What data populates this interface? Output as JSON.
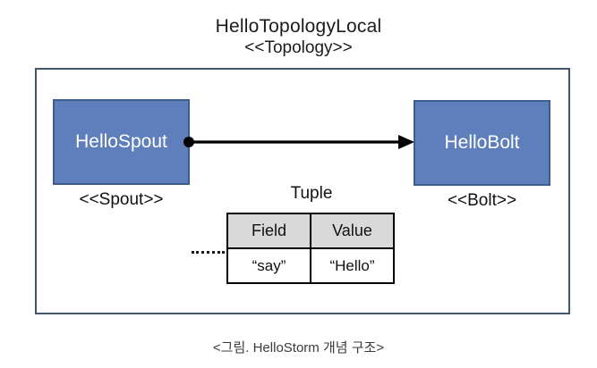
{
  "diagram": {
    "title": "HelloTopologyLocal",
    "title_stereotype": "<<Topology>>",
    "nodes": {
      "spout": {
        "label": "HelloSpout",
        "stereotype": "<<Spout>>"
      },
      "bolt": {
        "label": "HelloBolt",
        "stereotype": "<<Bolt>>"
      }
    },
    "connection": {
      "from": "HelloSpout",
      "to": "HelloBolt",
      "style": "solid-arrow-with-origin-dot"
    },
    "tuple": {
      "title": "Tuple",
      "headers": [
        "Field",
        "Value"
      ],
      "rows": [
        [
          "“say”",
          "“Hello”"
        ]
      ]
    },
    "caption": "<그림. HelloStorm 개념 구조>"
  },
  "colors": {
    "node_fill": "#5F7FBC",
    "node_border": "#3B5E8C",
    "outer_border": "#44546A",
    "table_header_bg": "#D9D9D9",
    "arrow": "#000000",
    "caption_text": "#3A3A3A"
  }
}
